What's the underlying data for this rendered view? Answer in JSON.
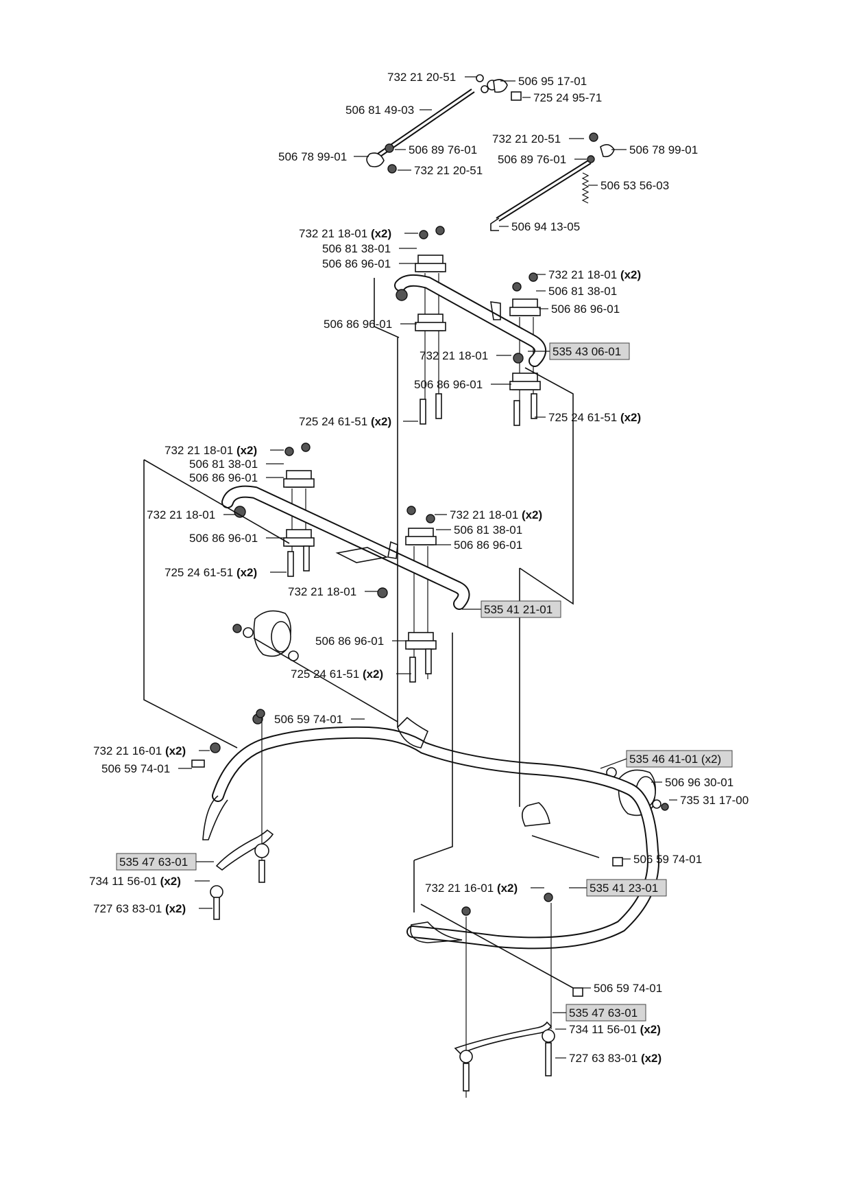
{
  "diagram": {
    "labels": [
      {
        "id": "l1",
        "part": "732 21 20-51",
        "qty": ""
      },
      {
        "id": "l2",
        "part": "506 95 17-01",
        "qty": ""
      },
      {
        "id": "l3",
        "part": "725 24 95-71",
        "qty": ""
      },
      {
        "id": "l4",
        "part": "506 81 49-03",
        "qty": ""
      },
      {
        "id": "l5",
        "part": "732 21 20-51",
        "qty": ""
      },
      {
        "id": "l6",
        "part": "506 78 99-01",
        "qty": ""
      },
      {
        "id": "l7",
        "part": "506 89 76-01",
        "qty": ""
      },
      {
        "id": "l8",
        "part": "506 89 76-01",
        "qty": ""
      },
      {
        "id": "l9",
        "part": "506 78 99-01",
        "qty": ""
      },
      {
        "id": "l10",
        "part": "732 21 20-51",
        "qty": ""
      },
      {
        "id": "l11",
        "part": "506 53 56-03",
        "qty": ""
      },
      {
        "id": "l12",
        "part": "506 94 13-05",
        "qty": ""
      },
      {
        "id": "l13",
        "part": "732 21 18-01",
        "qty": "(x2)"
      },
      {
        "id": "l14",
        "part": "506 81 38-01",
        "qty": ""
      },
      {
        "id": "l15",
        "part": "506 86 96-01",
        "qty": ""
      },
      {
        "id": "l16",
        "part": "732 21 18-01",
        "qty": "(x2)"
      },
      {
        "id": "l17",
        "part": "506 81 38-01",
        "qty": ""
      },
      {
        "id": "l18",
        "part": "506 86 96-01",
        "qty": ""
      },
      {
        "id": "l19",
        "part": "506 86 96-01",
        "qty": ""
      },
      {
        "id": "l20",
        "part": "732 21 18-01",
        "qty": ""
      },
      {
        "id": "l21",
        "part": "535 43 06-01",
        "qty": "",
        "boxed": true
      },
      {
        "id": "l22",
        "part": "506 86 96-01",
        "qty": ""
      },
      {
        "id": "l23",
        "part": "725 24 61-51",
        "qty": "(x2)"
      },
      {
        "id": "l24",
        "part": "725 24 61-51",
        "qty": "(x2)"
      },
      {
        "id": "l25",
        "part": "732 21 18-01",
        "qty": "(x2)"
      },
      {
        "id": "l26",
        "part": "506 81 38-01",
        "qty": ""
      },
      {
        "id": "l27",
        "part": "506 86 96-01",
        "qty": ""
      },
      {
        "id": "l28",
        "part": "732 21 18-01",
        "qty": ""
      },
      {
        "id": "l29",
        "part": "732 21 18-01",
        "qty": "(x2)"
      },
      {
        "id": "l30",
        "part": "506 81 38-01",
        "qty": ""
      },
      {
        "id": "l31",
        "part": "506 86 96-01",
        "qty": ""
      },
      {
        "id": "l32",
        "part": "506 86 96-01",
        "qty": ""
      },
      {
        "id": "l33",
        "part": "725 24 61-51",
        "qty": "(x2)"
      },
      {
        "id": "l34",
        "part": "732 21 18-01",
        "qty": ""
      },
      {
        "id": "l35",
        "part": "535 41 21-01",
        "qty": "",
        "boxed": true
      },
      {
        "id": "l36",
        "part": "506 86 96-01",
        "qty": ""
      },
      {
        "id": "l37",
        "part": "725 24 61-51",
        "qty": "(x2)"
      },
      {
        "id": "l38",
        "part": "506 59 74-01",
        "qty": ""
      },
      {
        "id": "l39",
        "part": "732 21 16-01",
        "qty": "(x2)"
      },
      {
        "id": "l40",
        "part": "506 59 74-01",
        "qty": ""
      },
      {
        "id": "l41",
        "part": "535 46 41-01 (x2)",
        "qty": "",
        "boxed": true
      },
      {
        "id": "l42",
        "part": "506 96 30-01",
        "qty": ""
      },
      {
        "id": "l43",
        "part": "735 31 17-00",
        "qty": ""
      },
      {
        "id": "l44",
        "part": "535 47 63-01",
        "qty": "",
        "boxed": true
      },
      {
        "id": "l45",
        "part": "506 59 74-01",
        "qty": ""
      },
      {
        "id": "l46",
        "part": "734 11 56-01",
        "qty": "(x2)"
      },
      {
        "id": "l47",
        "part": "732 21 16-01",
        "qty": "(x2)"
      },
      {
        "id": "l48",
        "part": "535 41 23-01",
        "qty": "",
        "boxed": true
      },
      {
        "id": "l49",
        "part": "727 63 83-01",
        "qty": "(x2)"
      },
      {
        "id": "l50",
        "part": "506 59 74-01",
        "qty": ""
      },
      {
        "id": "l51",
        "part": "535 47 63-01",
        "qty": "",
        "boxed": true
      },
      {
        "id": "l52",
        "part": "734 11 56-01",
        "qty": "(x2)"
      },
      {
        "id": "l53",
        "part": "727 63 83-01",
        "qty": "(x2)"
      }
    ]
  }
}
